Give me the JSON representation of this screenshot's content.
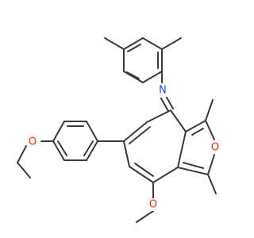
{
  "molecule": {
    "atoms": {
      "imine_nitrogen": {
        "label": "N",
        "color": "#1f4fd6"
      },
      "furan_oxygen": {
        "label": "O",
        "color": "#e0301e"
      },
      "methoxy_oxygen": {
        "label": "O",
        "color": "#e0301e"
      },
      "ethoxy_oxygen": {
        "label": "O",
        "color": "#e0301e"
      }
    },
    "bond_color": "#3a3a3a",
    "background": "#ffffff"
  }
}
